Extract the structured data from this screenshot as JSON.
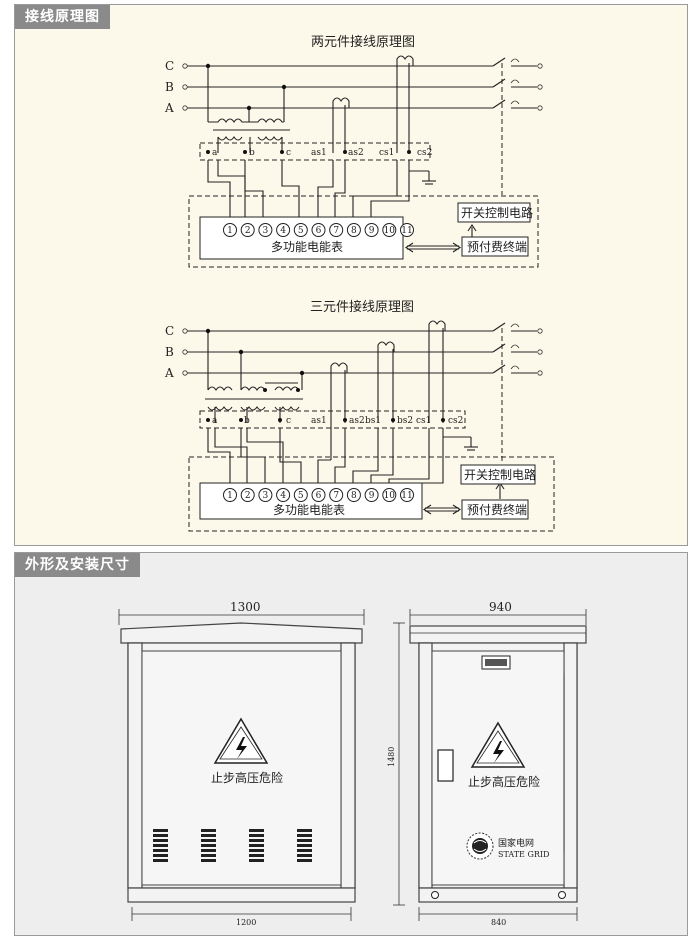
{
  "section1": {
    "header": "接线原理图",
    "diagram_two": {
      "title": "两元件接线原理图",
      "phases": [
        "C",
        "B",
        "A"
      ],
      "terminals": [
        "a",
        "b",
        "c",
        "as1",
        "as2",
        "cs1",
        "cs2"
      ],
      "meter_terminals": [
        "1",
        "2",
        "3",
        "4",
        "5",
        "6",
        "7",
        "8",
        "9",
        "10",
        "11"
      ],
      "meter_label": "多功能电能表",
      "switch_label": "开关控制电路",
      "prepay_label": "预付费终端"
    },
    "diagram_three": {
      "title": "三元件接线原理图",
      "phases": [
        "C",
        "B",
        "A"
      ],
      "terminals": [
        "a",
        "b",
        "c",
        "as1",
        "as2",
        "bs1",
        "bs2",
        "cs1",
        "cs2"
      ],
      "meter_terminals": [
        "1",
        "2",
        "3",
        "4",
        "5",
        "6",
        "7",
        "8",
        "9",
        "10",
        "11"
      ],
      "meter_label": "多功能电能表",
      "switch_label": "开关控制电路",
      "prepay_label": "预付费终端"
    }
  },
  "section2": {
    "header": "外形及安装尺寸",
    "front": {
      "width_top": "1300",
      "width_bottom": "1200",
      "warning": "止步高压危险"
    },
    "side": {
      "width_top": "940",
      "width_bottom": "840",
      "height": "1480",
      "warning": "止步高压危险",
      "logo_cn": "国家电网",
      "logo_en": "STATE GRID"
    }
  }
}
